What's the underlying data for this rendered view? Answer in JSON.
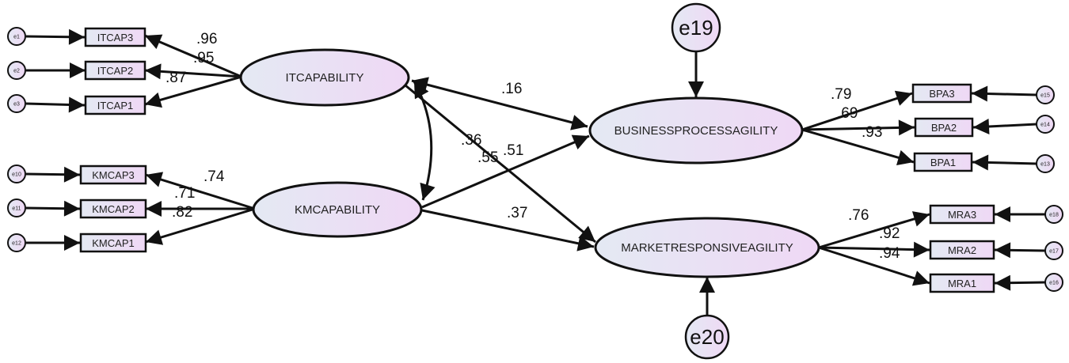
{
  "latents": {
    "itcap": "ITCAPABILITY",
    "kmcap": "KMCAPABILITY",
    "bpa": "BUSINESSPROCESSAGILITY",
    "mra": "MARKETRESPONSIVEAGILITY"
  },
  "indicators": {
    "itcap3": "ITCAP3",
    "itcap2": "ITCAP2",
    "itcap1": "ITCAP1",
    "kmcap3": "KMCAP3",
    "kmcap2": "KMCAP2",
    "kmcap1": "KMCAP1",
    "bpa3": "BPA3",
    "bpa2": "BPA2",
    "bpa1": "BPA1",
    "mra3": "MRA3",
    "mra2": "MRA2",
    "mra1": "MRA1"
  },
  "errors": {
    "e1": "e1",
    "e2": "e2",
    "e3": "e3",
    "e10": "e10",
    "e11": "e11",
    "e12": "e12",
    "e13": "e13",
    "e14": "e14",
    "e15": "e15",
    "e16": "e16",
    "e17": "e17",
    "e18": "e18",
    "e19": "e19",
    "e20": "e20"
  },
  "loadings": {
    "itcap3": ".96",
    "itcap2": ".95",
    "itcap1": ".87",
    "kmcap3": ".74",
    "kmcap2": ".71",
    "kmcap1": ".82",
    "bpa3": ".79",
    "bpa2": ".69",
    "bpa1": ".93",
    "mra3": ".76",
    "mra2": ".92",
    "mra1": ".94"
  },
  "paths": {
    "it_to_bpa": ".16",
    "it_km_cov": ".36",
    "it_to_mra": ".55",
    "km_to_bpa": ".51",
    "km_to_mra": ".37"
  },
  "colors": {
    "node_fill_start": "#e4e9f3",
    "node_fill_end": "#efd8f5",
    "stroke": "#111111"
  }
}
